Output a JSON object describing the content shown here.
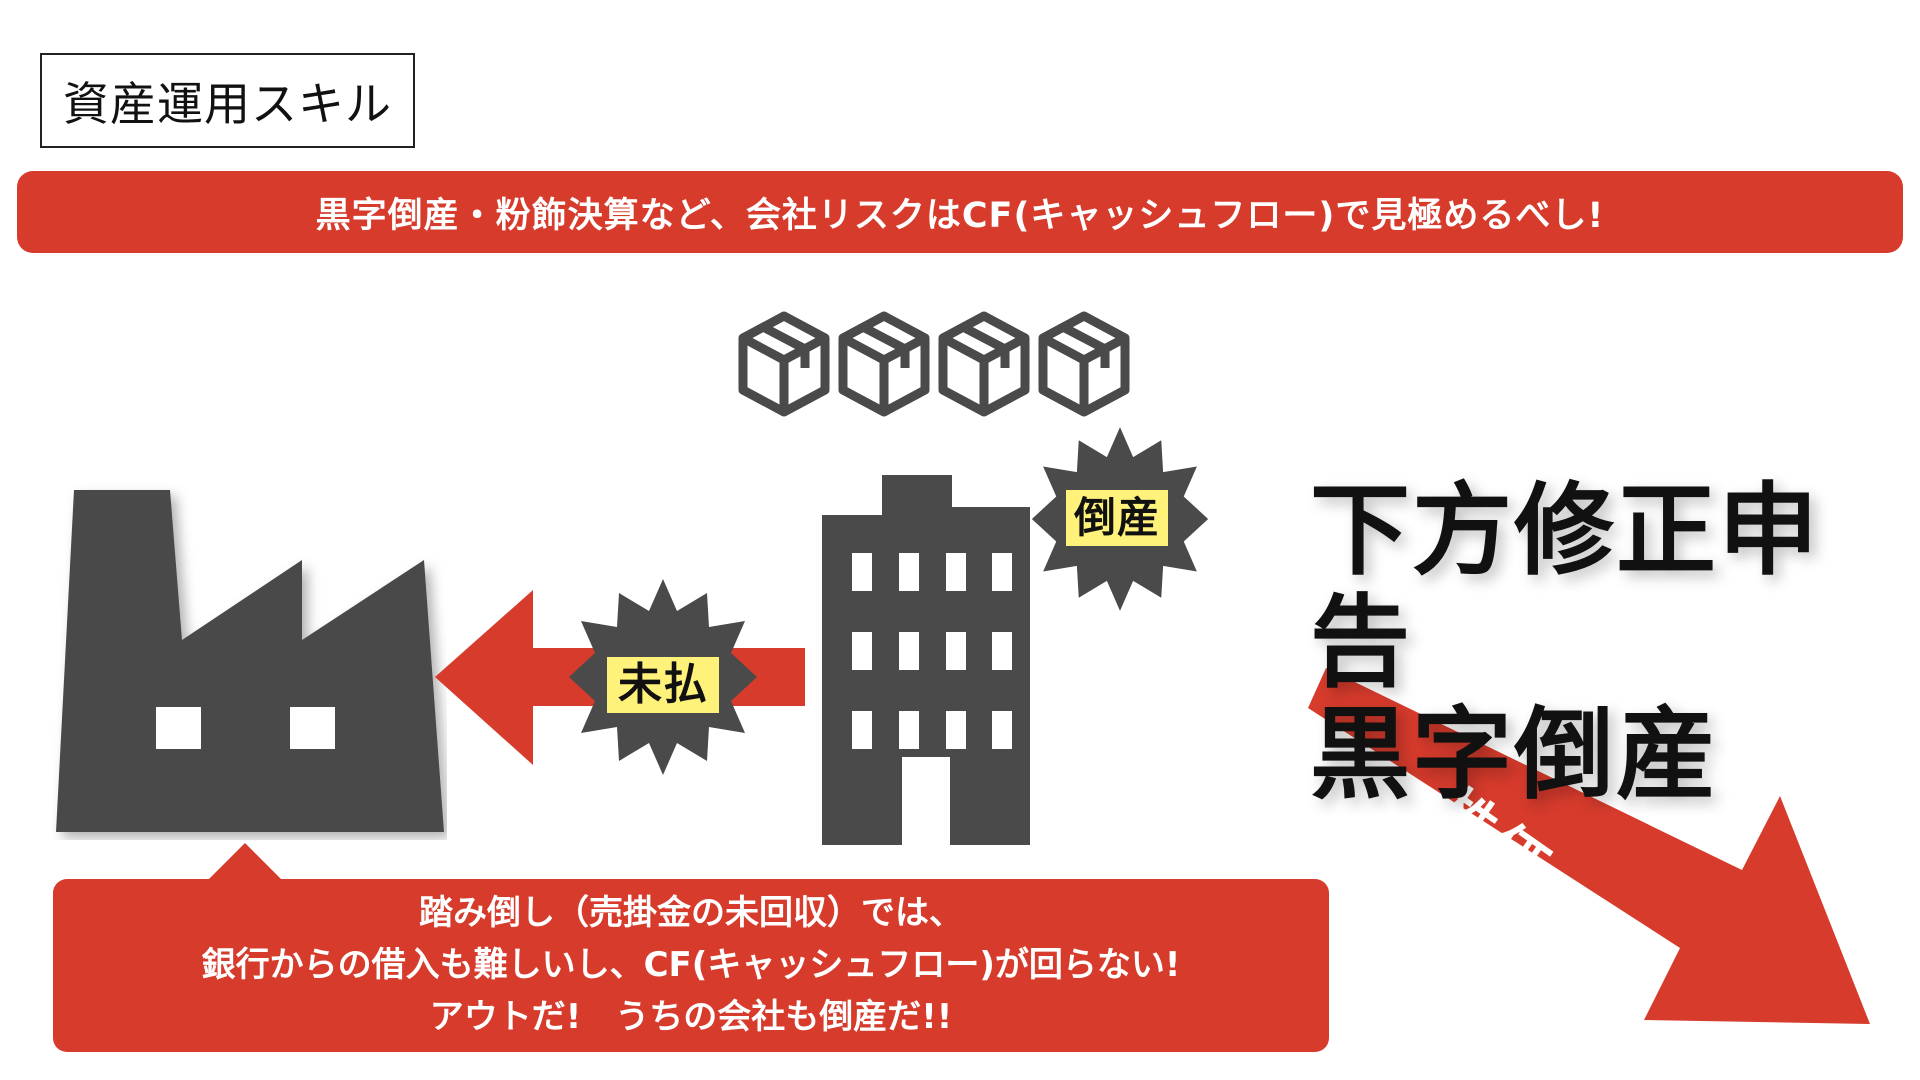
{
  "title": "資産運用スキル",
  "banner": "黒字倒産・粉飾決算など、会社リスクはCF(キャッシュフロー)で見極めるべし!",
  "colors": {
    "accent_red": "#d63b2c",
    "dark_gray": "#4a4a4a",
    "label_yellow": "#fff27a"
  },
  "icons": {
    "boxes": [
      "package-box-icon",
      "package-box-icon",
      "package-box-icon",
      "package-box-icon"
    ],
    "factory": "factory-icon",
    "building": "office-building-icon"
  },
  "labels": {
    "unpaid": "未払",
    "bankrupt": "倒産",
    "stock_price": "株価"
  },
  "headline": {
    "line1": "下方修正申告",
    "line2": "黒字倒産"
  },
  "bubble": {
    "lines": [
      "踏み倒し（売掛金の未回収）では、",
      "銀行からの借入も難しいし、CF(キャッシュフロー)が回らない!",
      "アウトだ!　うちの会社も倒産だ!!"
    ]
  }
}
